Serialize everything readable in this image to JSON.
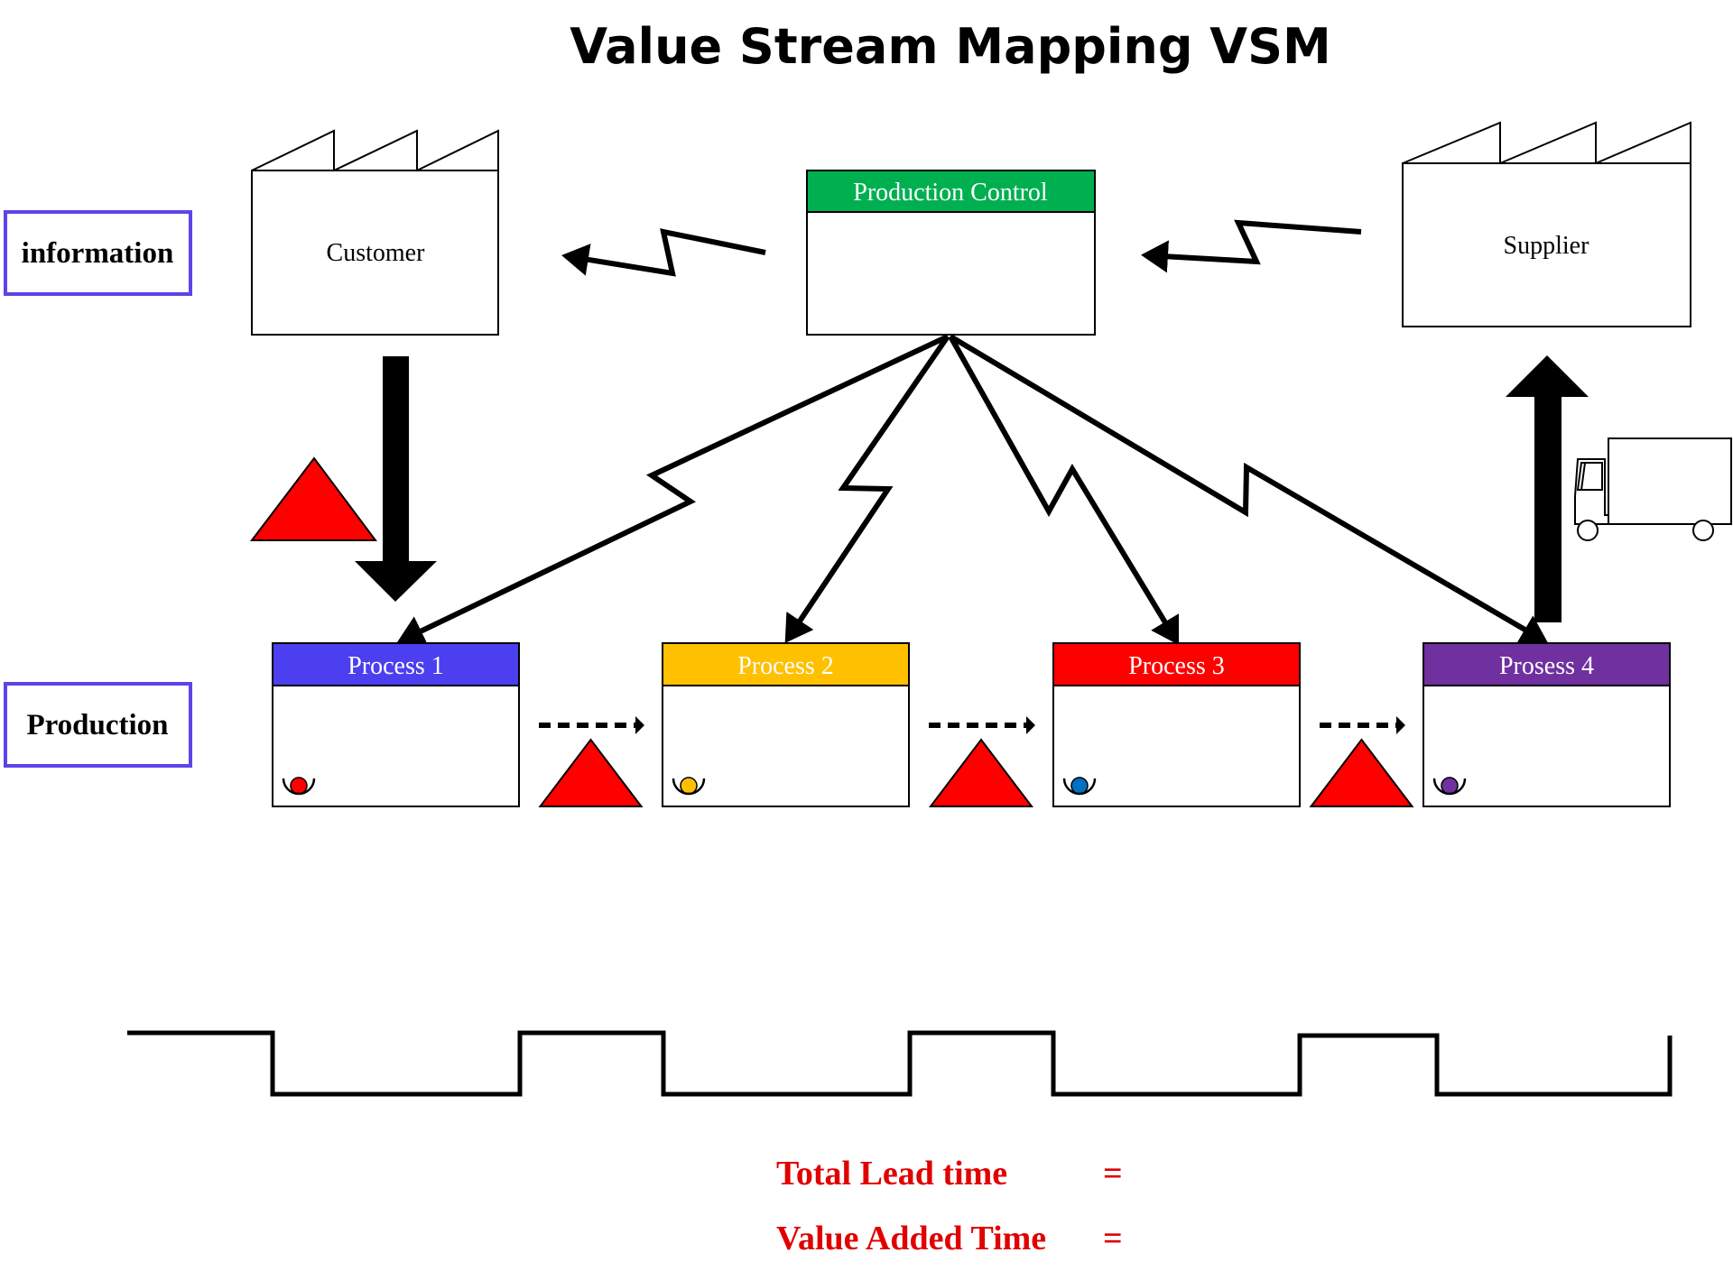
{
  "title": "Value Stream Mapping VSM",
  "sections": {
    "information": "information",
    "production": "Production"
  },
  "entities": {
    "customer": "Customer",
    "production_control": "Production Control",
    "supplier": "Supplier"
  },
  "processes": [
    {
      "label": "Process 1",
      "color": "#4B3FF0",
      "operator_color": "#FF0000"
    },
    {
      "label": "Process 2",
      "color": "#FFC000",
      "operator_color": "#FFC000"
    },
    {
      "label": "Process 3",
      "color": "#FF0000",
      "operator_color": "#0070C0"
    },
    {
      "label": "Prosess 4",
      "color": "#7030A0",
      "operator_color": "#7030A0"
    }
  ],
  "colors": {
    "section_border": "#5B45E8",
    "production_control_header": "#00B050",
    "inventory": "#FF0000",
    "metric_text": "#E00000"
  },
  "metrics": {
    "total_lead_time_label": "Total Lead time",
    "total_lead_time_eq": "=",
    "value_added_time_label": "Value Added Time",
    "value_added_time_eq": "="
  },
  "icons": {
    "factory": "factory-icon",
    "electronic_info_flow": "lightning-arrow-icon",
    "inventory": "inventory-triangle-icon",
    "push_arrow": "push-arrow-icon",
    "shipment_arrow": "shipment-arrow-icon",
    "truck": "truck-icon",
    "operator": "operator-icon"
  }
}
